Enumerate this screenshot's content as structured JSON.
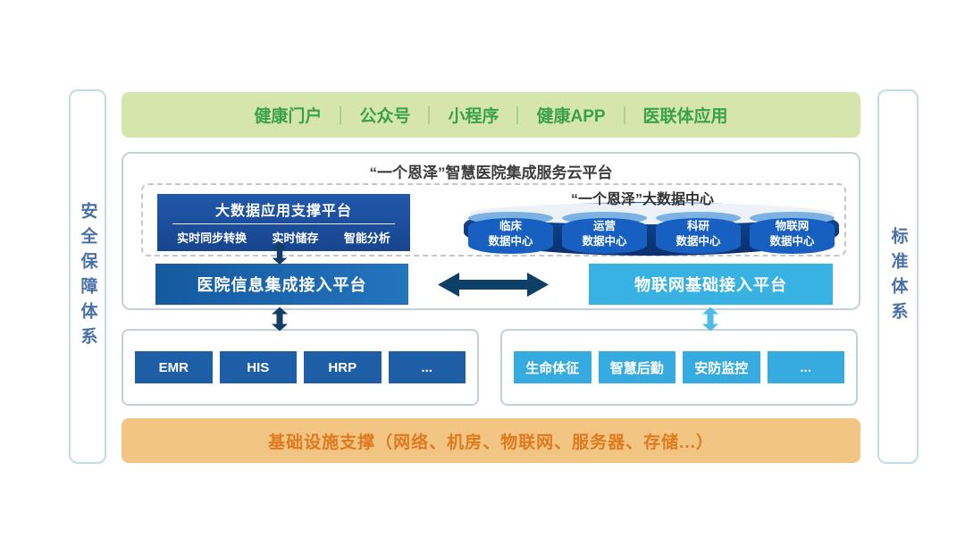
{
  "top_bar": {
    "items": [
      "健康门户",
      "公众号",
      "小程序",
      "健康APP",
      "医联体应用"
    ]
  },
  "left_bar": {
    "label": "安全保障体系"
  },
  "right_bar": {
    "label": "标准体系"
  },
  "cloud_platform": {
    "title": "“一个恩泽”智慧医院集成服务云平台",
    "app_platform": {
      "title": "大数据应用支撑平台",
      "functions": [
        "实时同步转换",
        "实时储存",
        "智能分析"
      ]
    },
    "data_center": {
      "title": "“一个恩泽”大数据中心",
      "centers": [
        {
          "line1": "临床",
          "line2": "数据中心"
        },
        {
          "line1": "运营",
          "line2": "数据中心"
        },
        {
          "line1": "科研",
          "line2": "数据中心"
        },
        {
          "line1": "物联网",
          "line2": "数据中心"
        }
      ]
    },
    "hospital_platform": "医院信息集成接入平台",
    "iot_platform": "物联网基础接入平台"
  },
  "hospital_systems": {
    "items": [
      "EMR",
      "HIS",
      "HRP",
      "..."
    ]
  },
  "iot_systems": {
    "items": [
      "生命体征",
      "智慧后勤",
      "安防监控",
      "..."
    ]
  },
  "infrastructure": {
    "label": "基础设施支撑（网络、机房、物联网、服务器、存储...）"
  },
  "colors": {
    "green_bar_bg": "#d6e5ab",
    "green_text": "#3aa24c",
    "dark_blue": "#17458f",
    "medium_blue": "#1d5ea7",
    "light_blue": "#38b2e3",
    "cylinder_blue": "#0e3b82",
    "orange_bar_bg": "#f2c583",
    "orange_text": "#df7a1e",
    "side_text_blue": "#4a70a8",
    "arrow_dark": "#0d4066",
    "arrow_light": "#4cbde9"
  }
}
